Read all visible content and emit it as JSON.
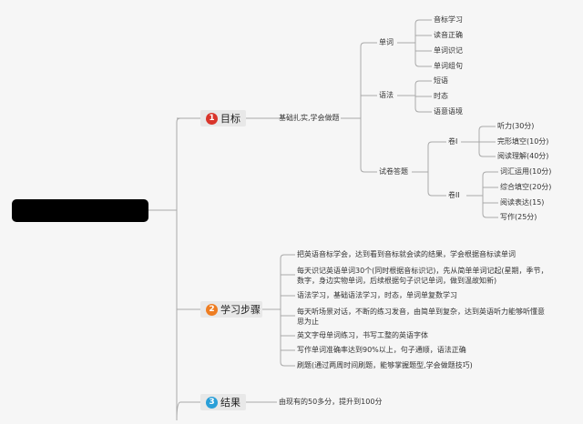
{
  "colors": {
    "badge1": "#d9352b",
    "badge2": "#ee7d22",
    "badge3": "#2a9fd8",
    "line": "#a9a9a9"
  },
  "goal": {
    "number": "1",
    "label": "目标",
    "summary": "基础扎实,学会做题",
    "vocab": {
      "label": "单词",
      "items": [
        "音标学习",
        "读音正确",
        "单词识记",
        "单词组句"
      ]
    },
    "grammar": {
      "label": "语法",
      "items": [
        "短语",
        "时态",
        "语意语境"
      ]
    },
    "exam": {
      "label": "试卷答题",
      "paper1": {
        "label": "卷I",
        "items": [
          "听力(30分)",
          "完形填空(10分)",
          "阅读理解(40分)"
        ]
      },
      "paper2": {
        "label": "卷II",
        "items": [
          "词汇运用(10分)",
          "综合填空(20分)",
          "阅读表达(15)",
          "写作(25分)"
        ]
      }
    }
  },
  "steps": {
    "number": "2",
    "label": "学习步骤",
    "items": [
      "把英语音标学会，达到看到音标就会读的结果，学会根据音标读单词",
      "每天识记英语单词30个(同时根据音标识记)，先从简单单词记起(星期，季节，数字，身边实物单词，后续根据句子识记单词，做到温故知新)",
      "语法学习，基础语法学习，时态，单词单复数学习",
      "每天听场景对话，不断的练习发音，由简单到复杂，达到英语听力能够听懂意思为止",
      "英文字母单词练习，书写工整的英语字体",
      "写作单词准确率达到90%以上，句子通顺，语法正确",
      "刷题(通过两周时间刷题，能够掌握题型,学会做题技巧)"
    ]
  },
  "result": {
    "number": "3",
    "label": "结果",
    "summary": "由现有的50多分，提升到100分"
  }
}
